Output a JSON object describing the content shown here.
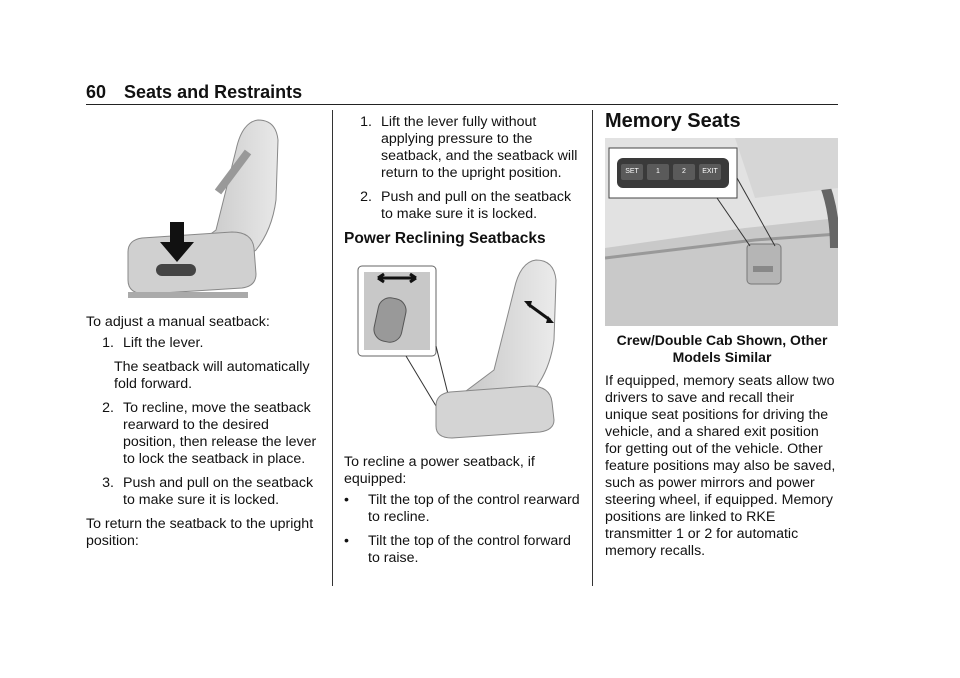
{
  "header": {
    "page_number": "60",
    "section_title": "Seats and Restraints"
  },
  "col1": {
    "intro": "To adjust a manual seatback:",
    "steps": [
      {
        "n": "1.",
        "text": "Lift the lever.",
        "sub": "The seatback will automatically fold forward."
      },
      {
        "n": "2.",
        "text": "To recline, move the seatback rearward to the desired position, then release the lever to lock the seatback in place."
      },
      {
        "n": "3.",
        "text": "Push and pull on the seatback to make sure it is locked."
      }
    ],
    "outro": "To return the seatback to the upright position:"
  },
  "col2": {
    "steps": [
      {
        "n": "1.",
        "text": "Lift the lever fully without applying pressure to the seatback, and the seatback will return to the upright position."
      },
      {
        "n": "2.",
        "text": "Push and pull on the seatback to make sure it is locked."
      }
    ],
    "heading": "Power Reclining Seatbacks",
    "intro": "To recline a power seatback, if equipped:",
    "bullets": [
      {
        "mark": "•",
        "text": "Tilt the top of the control rearward to recline."
      },
      {
        "mark": "•",
        "text": "Tilt the top of the control forward to raise."
      }
    ]
  },
  "col3": {
    "heading": "Memory Seats",
    "panel_buttons": [
      "SET",
      "1",
      "2",
      "EXIT"
    ],
    "caption": "Crew/Double Cab Shown, Other Models Similar",
    "body": "If equipped, memory seats allow two drivers to save and recall their unique seat positions for driving the vehicle, and a shared exit position for getting out of the vehicle. Other feature positions may also be saved, such as power mirrors and power steering wheel, if equipped. Memory positions are linked to RKE transmitter 1 or 2 for automatic memory recalls."
  }
}
